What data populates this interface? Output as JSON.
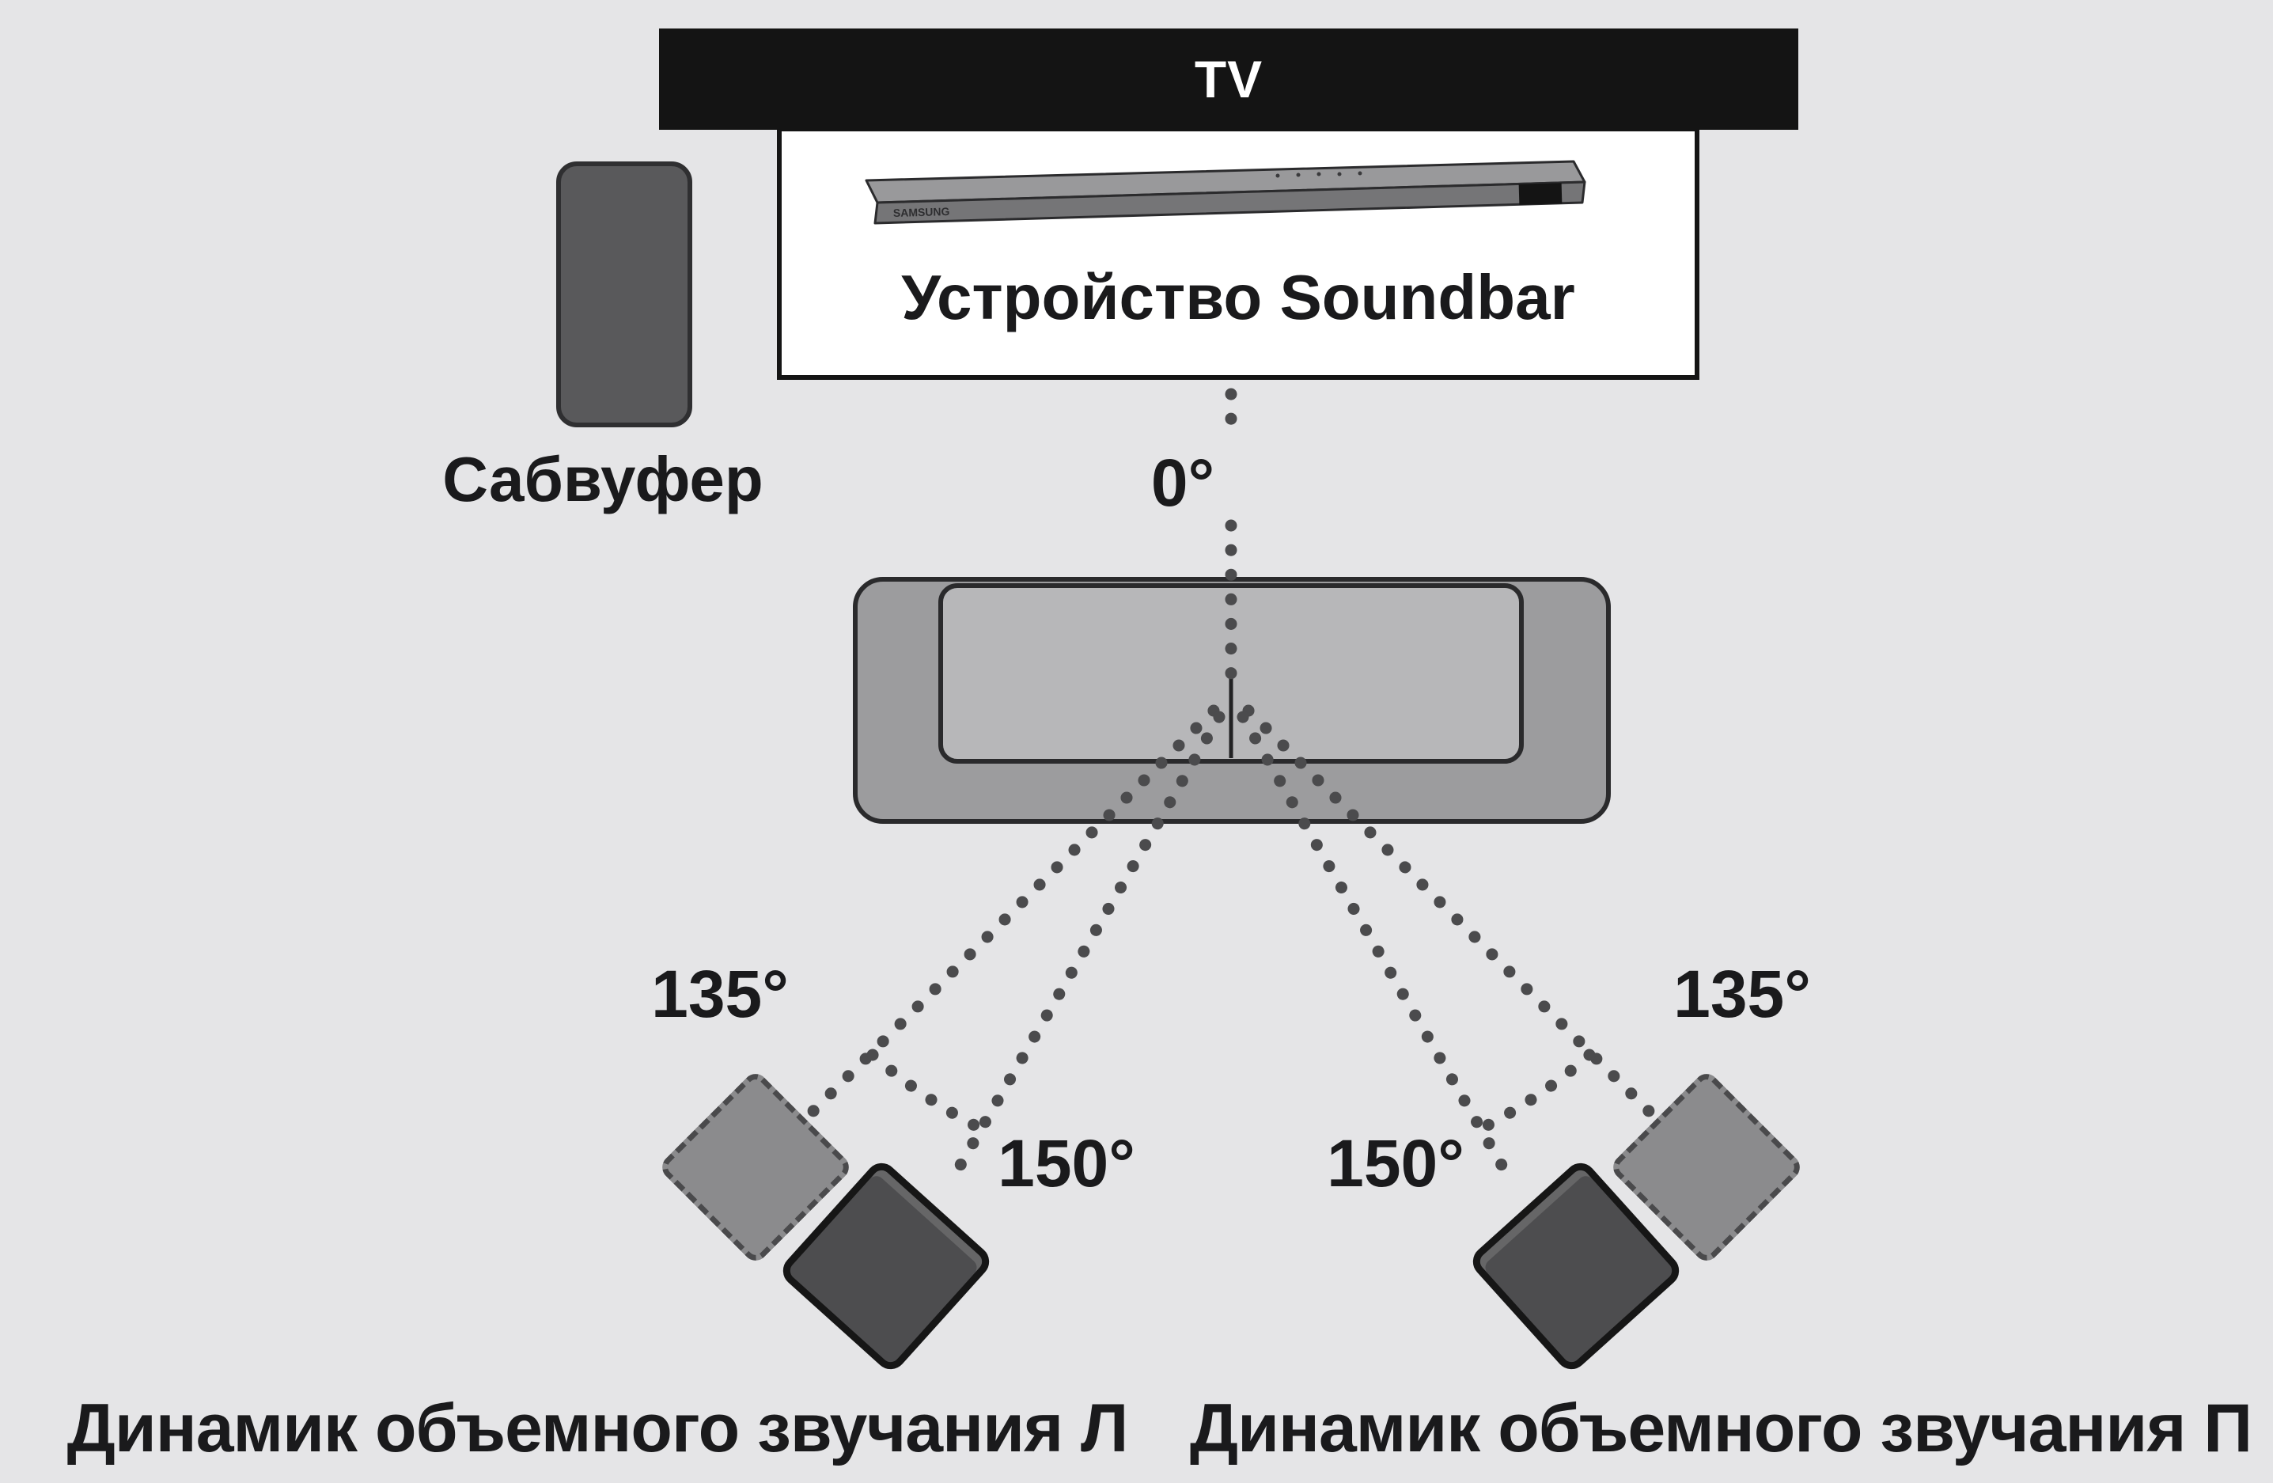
{
  "diagram": {
    "tv_label": "TV",
    "soundbar_label": "Устройство Soundbar",
    "soundbar_brand": "SAMSUNG",
    "subwoofer_label": "Сабвуфер",
    "angle_center": "0°",
    "angle_left_135": "135°",
    "angle_left_150": "150°",
    "angle_right_150": "150°",
    "angle_right_135": "135°",
    "surround_left_label": "Динамик объемного звучания Л",
    "surround_right_label": "Динамик объемного звучания П"
  },
  "colors": {
    "background": "#e5e5e7",
    "ink": "#1a1a1c",
    "tv_bar": "#141414",
    "panel": "#ffffff",
    "dotted_lines": "#4b4b4d",
    "sofa_outer": "#9c9c9e",
    "sofa_inner": "#b7b7b9",
    "subwoofer": "#59595b",
    "speaker_solid": "#4d4d4f",
    "speaker_ghost": "#8b8b8d"
  }
}
